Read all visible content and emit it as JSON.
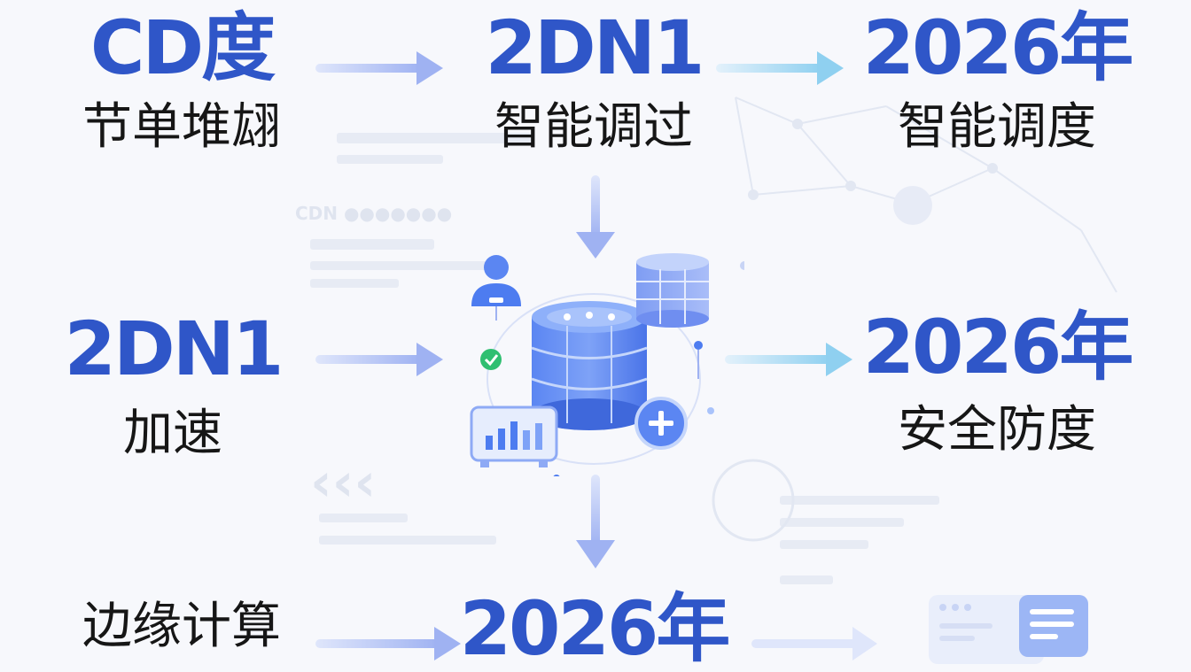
{
  "nodes": {
    "top_left": {
      "title": "CD度",
      "label": "节单堆翃"
    },
    "top_mid": {
      "title": "2DN1",
      "label": "智能调过"
    },
    "top_right": {
      "title": "2026年",
      "label": "智能调度"
    },
    "mid_left": {
      "title": "2DN1",
      "label": "加速"
    },
    "mid_right": {
      "title": "2026年",
      "label": "安全防度"
    },
    "bot_left": {
      "label": "边缘计算"
    },
    "bot_mid": {
      "title": "2026年"
    }
  },
  "background": {
    "faint_caption": "CDN ●●●●●●●"
  },
  "colors": {
    "accent": "#2f56c8",
    "arrow": "#9fb2f2",
    "arrow_cyan": "#8fd0f0",
    "icon_blue": "#4d7cf0",
    "icon_light": "#a9c3fb",
    "check_green": "#2fbf71"
  }
}
